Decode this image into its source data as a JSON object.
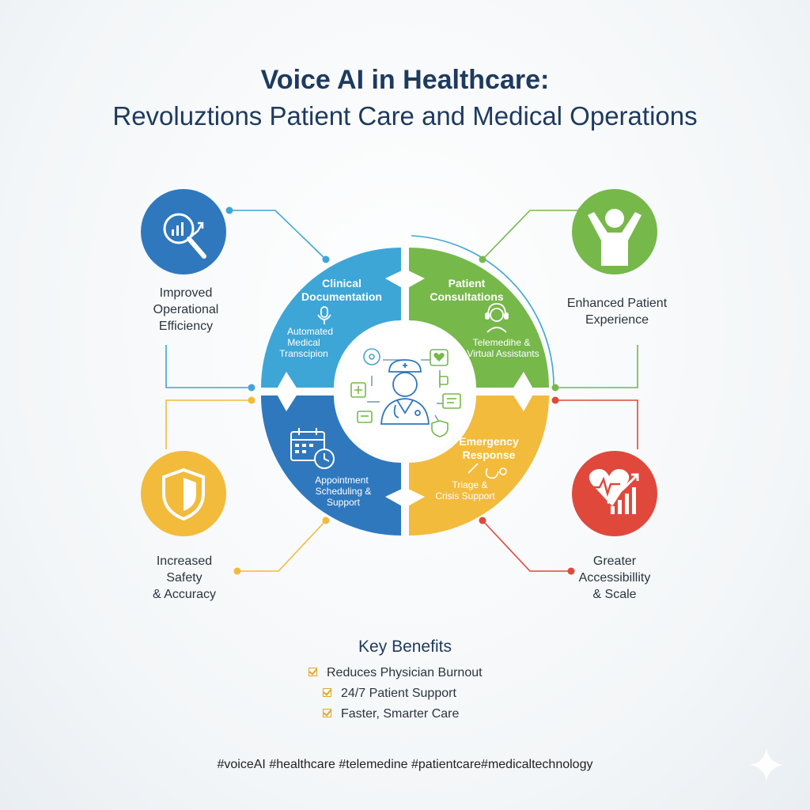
{
  "title": {
    "line1": "Voice AI in Healthcare:",
    "line2": "Revoluztions Patient Care and Medical Operations"
  },
  "quadrants": [
    {
      "title_l1": "Clinical",
      "title_l2": "Documentation",
      "sub_l1": "Automated",
      "sub_l2": "Medical",
      "sub_l3": "Transcipion",
      "color": "#3ea6d6",
      "icon": "microphone-icon"
    },
    {
      "title_l1": "Patient",
      "title_l2": "Consultations",
      "sub_l1": "Telemedihe &",
      "sub_l2": "Virtual Assistants",
      "color": "#76b84a",
      "icon": "headset-agent-icon"
    },
    {
      "title_l1": "Appointment",
      "title_l2": "Scheduling &",
      "title_l3": "Support",
      "color": "#2f78be",
      "icon": "calendar-clock-icon"
    },
    {
      "title_l1": "Emergency",
      "title_l2": "Response",
      "sub_l1": "Triage &",
      "sub_l2": "Crisis Support",
      "color": "#f2bb3c",
      "icon": "stethoscope-icon"
    }
  ],
  "outcomes": [
    {
      "l1": "Improved",
      "l2": "Operational",
      "l3": "Efficiency",
      "color": "#2f78be",
      "icon": "magnifier-chart-icon"
    },
    {
      "l1": "Enhanced Patient",
      "l2": "Experience",
      "color": "#76b84a",
      "icon": "person-celebrating-icon"
    },
    {
      "l1": "Increased",
      "l2": "Safety",
      "l3": "& Accuracy",
      "color": "#f2bb3c",
      "icon": "shield-icon"
    },
    {
      "l1": "Greater",
      "l2": "Accessibillity",
      "l3": "& Scale",
      "color": "#e0483c",
      "icon": "heart-growth-icon"
    }
  ],
  "key_benefits": {
    "title": "Key Benefits",
    "items": [
      "Reduces Physician Burnout",
      "24/7 Patient Support",
      "Faster, Smarter Care"
    ]
  },
  "hashtags": "#voiceAI #healthcare #telemedine #patientcare#medicaltechnology",
  "center_icon": "doctor-icon"
}
